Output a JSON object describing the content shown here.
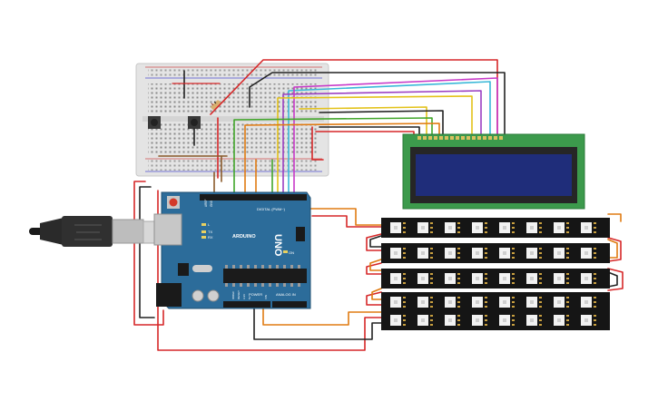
{
  "arduino": {
    "model_label": "UNO",
    "brand_label": "ARDUINO",
    "digital_label": "DIGITAL (PWM~)",
    "power_label": "POWER",
    "analog_label": "ANALOG IN",
    "l_label": "L",
    "tx_label": "TX",
    "rx_label": "RX",
    "on_label": "ON",
    "aref_label": "AREF",
    "gnd_label": "GND",
    "ioref_label": "IOREF",
    "reset_label": "RESET",
    "v33_label": "3.3V",
    "v5_label": "5V",
    "vin_label": "VIN"
  },
  "lcd": {
    "pin_count": 16,
    "screen_color": "#1f2d7a",
    "board_color": "#3c9a4c"
  },
  "neopixel": {
    "strips": 5,
    "leds_per_strip": 8
  },
  "colors": {
    "wire_red": "#d62728",
    "wire_black": "#222222",
    "wire_orange": "#e07b12",
    "wire_yellow": "#e3c21a",
    "wire_green": "#41a62a",
    "wire_purple": "#9a3fc2",
    "wire_magenta": "#c83ac8",
    "wire_cyan": "#3ab8d8",
    "wire_brown": "#8a5a2a",
    "arduino_blue": "#2c6c9a",
    "breadboard": "#e6e6e6"
  }
}
